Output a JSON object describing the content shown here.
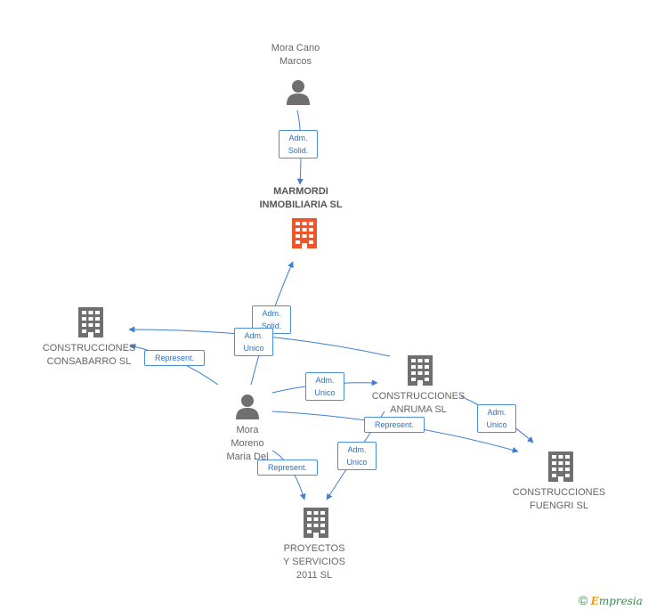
{
  "colors": {
    "edge": "#3f7fd0",
    "company": "#6f6f6f",
    "company_main": "#f0552a",
    "person": "#6f6f6f"
  },
  "nodes": {
    "mora_cano": {
      "line1": "Mora Cano",
      "line2": "Marcos",
      "icon": "person-icon"
    },
    "marmordi": {
      "line1": "MARMORDI",
      "line2": "INMOBILIARIA SL",
      "icon": "building-icon"
    },
    "consabarro": {
      "line1": "CONSTRUCCIONES",
      "line2": "CONSABARRO SL",
      "icon": "building-icon"
    },
    "mora_moreno": {
      "line1": "Mora",
      "line2": "Moreno",
      "line3": "Maria Del",
      "icon": "person-icon"
    },
    "anruma": {
      "line1": "CONSTRUCCIONES",
      "line2": "ANRUMA SL",
      "icon": "building-icon"
    },
    "fuengri": {
      "line1": "CONSTRUCCIONES",
      "line2": "FUENGRI SL",
      "icon": "building-icon"
    },
    "proyectos": {
      "line1": "PROYECTOS",
      "line2": "Y SERVICIOS",
      "line3": "2011 SL",
      "icon": "building-icon"
    }
  },
  "edges": {
    "e1": {
      "line1": "Adm.",
      "line2": "Solid."
    },
    "e2": {
      "line1": "Adm.",
      "line2": "Solid."
    },
    "e3": {
      "line1": "Adm.",
      "line2": "Unico"
    },
    "e4": {
      "line1": "Represent."
    },
    "e5": {
      "line1": "Adm.",
      "line2": "Unico"
    },
    "e6": {
      "line1": "Adm.",
      "line2": "Unico"
    },
    "e7": {
      "line1": "Represent."
    },
    "e8": {
      "line1": "Adm.",
      "line2": "Unico"
    },
    "e9": {
      "line1": "Represent."
    }
  },
  "footer": {
    "symbol": "©",
    "brand_initial": "E",
    "brand_rest": "mpresia"
  }
}
